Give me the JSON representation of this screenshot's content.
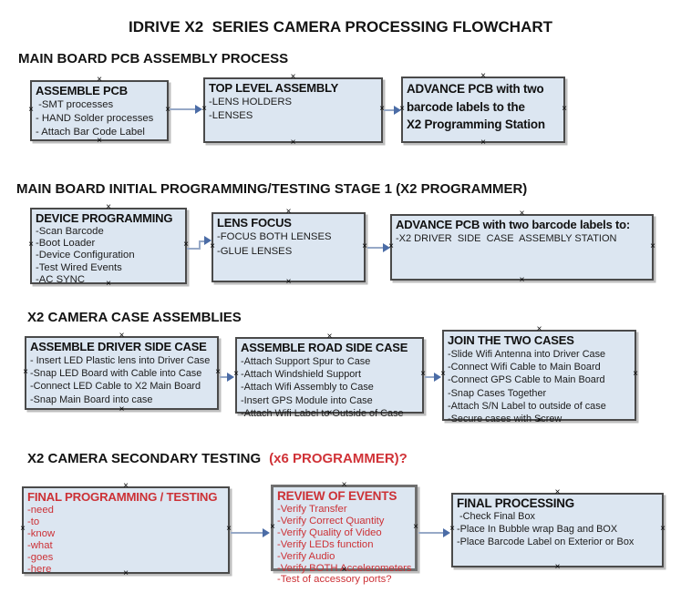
{
  "page_title": "IDRIVE X2  SERIES CAMERA PROCESSING FLOWCHART",
  "icons": {
    "connector_anchor": "×",
    "arrow_head": "right-triangle"
  },
  "colors": {
    "box_fill": "#dce6f1",
    "box_border": "#4a4a4a",
    "red_text": "#cc3136",
    "heading_red": "#d03237",
    "arrow_shaft": "#97a9c7",
    "arrow_head": "#4b6ca6"
  },
  "sections": [
    {
      "heading": "MAIN BOARD PCB ASSEMBLY PROCESS",
      "boxes": [
        {
          "title": "ASSEMBLE PCB",
          "items": [
            " -SMT processes",
            "- HAND Solder processes",
            "- Attach Bar Code Label"
          ]
        },
        {
          "title": "TOP LEVEL ASSEMBLY",
          "items": [
            "-LENS HOLDERS",
            "-LENSES"
          ]
        },
        {
          "title": "ADVANCE PCB with two\nbarcode labels to the\n X2 Programming Station",
          "items": []
        }
      ]
    },
    {
      "heading": "MAIN BOARD INITIAL PROGRAMMING/TESTING STAGE 1 (X2 PROGRAMMER)",
      "boxes": [
        {
          "title": "DEVICE PROGRAMMING",
          "items": [
            "-Scan Barcode",
            "-Boot Loader",
            "-Device Configuration",
            "-Test Wired Events",
            "-AC SYNC"
          ]
        },
        {
          "title": "LENS FOCUS",
          "items": [
            "-FOCUS BOTH LENSES",
            "-GLUE LENSES"
          ]
        },
        {
          "title": "ADVANCE PCB with two barcode labels to:",
          "items": [
            "-X2 DRIVER  SIDE  CASE  ASSEMBLY STATION"
          ]
        }
      ]
    },
    {
      "heading": "X2 CAMERA CASE ASSEMBLIES",
      "boxes": [
        {
          "title": "ASSEMBLE DRIVER SIDE CASE",
          "items": [
            "- Insert LED Plastic lens into Driver Case",
            "-Snap LED Board with Cable into Case",
            "-Connect LED Cable to X2 Main Board",
            "-Snap Main Board into case"
          ]
        },
        {
          "title": "ASSEMBLE ROAD SIDE CASE",
          "items": [
            "-Attach Support Spur to Case",
            "-Attach Windshield Support",
            "-Attach Wifi Assembly to Case",
            "-Insert GPS Module into Case",
            "-Attach Wifi Label to Outside of Case"
          ]
        },
        {
          "title": "JOIN THE TWO CASES",
          "items": [
            "-Slide Wifi Antenna into Driver Case",
            "-Connect Wifi Cable to Main Board",
            "-Connect GPS Cable to Main Board",
            "-Snap Cases Together",
            "-Attach S/N Label to outside of case",
            "-Secure cases with Screw"
          ]
        }
      ]
    },
    {
      "heading_black": "X2 CAMERA SECONDARY TESTING",
      "heading_red": "(x6 PROGRAMMER)?",
      "boxes": [
        {
          "title": "FINAL PROGRAMMING / TESTING",
          "items": [
            "-need",
            "-to",
            "-know",
            "-what",
            "-goes",
            "-here"
          ]
        },
        {
          "title": "REVIEW OF EVENTS",
          "items": [
            "-Verify Transfer",
            "-Verify Correct Quantity",
            "-Verify Quality of Video",
            "-Verify LEDs function",
            "-Verify Audio",
            "-Verify BOTH Accelerometers",
            "-Test of accessory ports?"
          ]
        },
        {
          "title": "FINAL PROCESSING",
          "items": [
            " -Check Final Box",
            "-Place In Bubble wrap Bag and BOX",
            "-Place Barcode Label on Exterior or Box"
          ]
        }
      ]
    }
  ]
}
